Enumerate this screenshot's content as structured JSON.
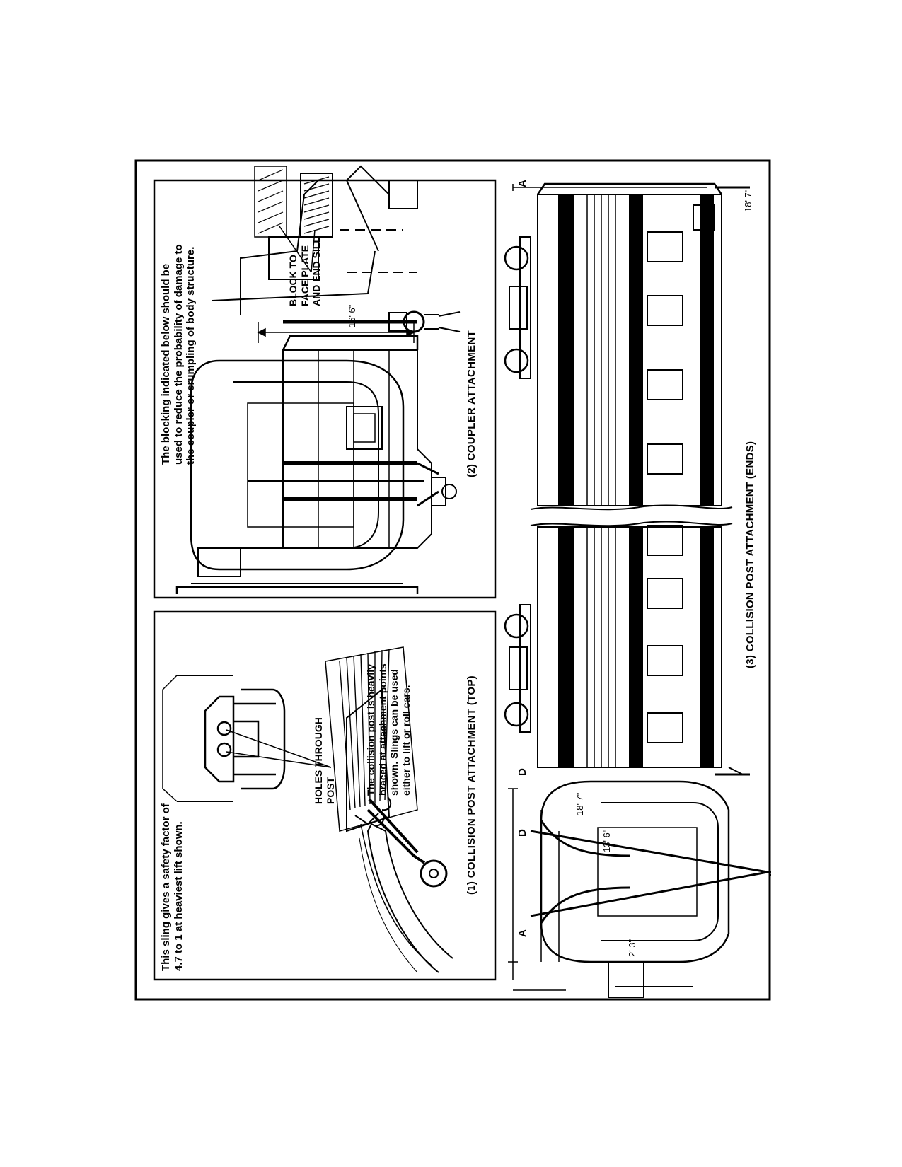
{
  "panel1": {
    "note": "This sling gives a safety factor of\n4.7 to 1 at heaviest lift shown.",
    "holes_label": "HOLES THROUGH\nPOST",
    "post_note": "The collision post is heavily\nbraced at attachment points\nshown.  Slings can be used\neither to lift or roll cars.",
    "caption": "(1) COLLISION POST ATTACHMENT (TOP)"
  },
  "panel2": {
    "note": "The blocking indicated below should be\nused to reduce the  probability of  damage to\nthe coupler or crumpling of body structure.",
    "block_label": "BLOCK TO\nFACE PLATE\nAND END SILL",
    "height_dim": "16' 6\"",
    "caption": "(2)  COUPLER  ATTACHMENT"
  },
  "panel3": {
    "end_view": {
      "point_a": "A",
      "point_d": "D",
      "dim_total": "18' 7\"",
      "dim_body": "13' 6\"",
      "dim_rail": "2' 3\""
    },
    "side_view": {
      "point_d": "D",
      "point_a": "A",
      "dim_total": "18' 7\""
    },
    "caption": "(3) COLLISION  POST  ATTACHMENT (ENDS)"
  }
}
